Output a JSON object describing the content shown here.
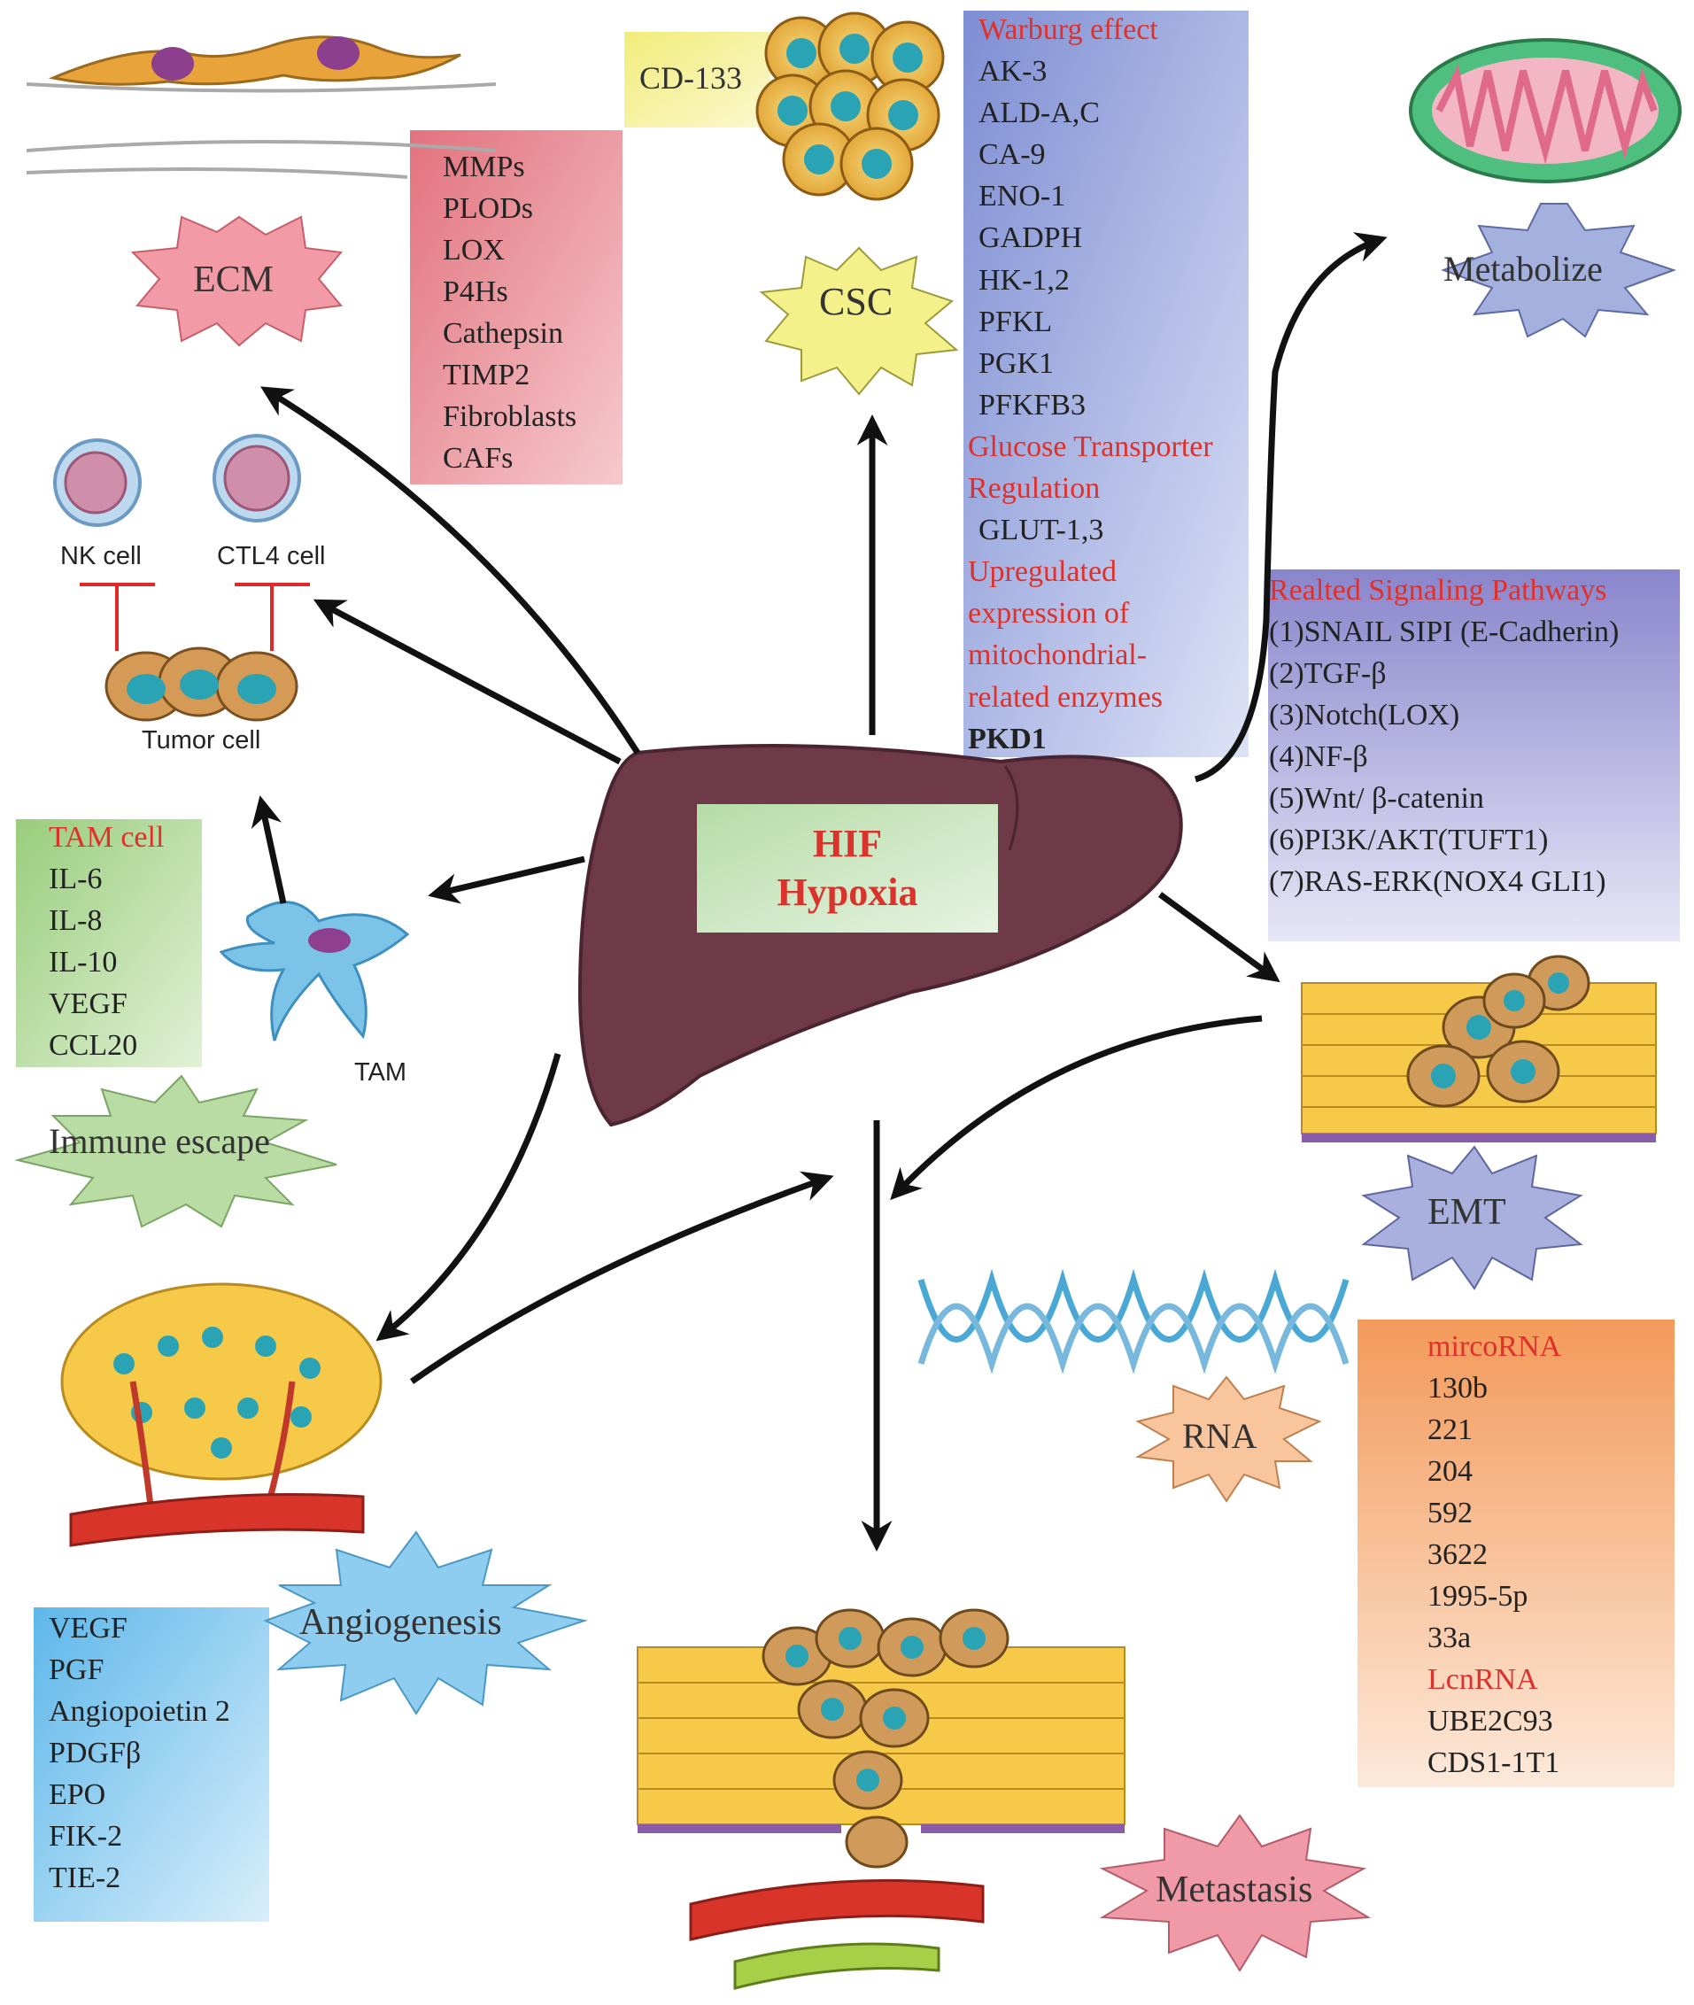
{
  "hub": {
    "line1": "HIF",
    "line2": "Hypoxia"
  },
  "ecm": {
    "label": "ECM",
    "items": [
      "MMPs",
      "PLODs",
      "LOX",
      "P4Hs",
      "Cathepsin",
      "TIMP2",
      "Fibroblasts",
      "CAFs"
    ]
  },
  "csc": {
    "label": "CSC",
    "marker": "CD-133"
  },
  "metabolism": {
    "warburg_header": "Warburg effect",
    "warburg_items": [
      "AK-3",
      "ALD-A,C",
      "CA-9",
      "ENO-1",
      "GADPH",
      "HK-1,2",
      "PFKL",
      "PGK1",
      "PFKFB3"
    ],
    "glut_header_line1": "Glucose Transporter",
    "glut_header_line2": "Regulation",
    "glut_item": "GLUT-1,3",
    "mito_header": [
      "Upregulated",
      "expression of",
      "mitochondrial-",
      "related enzymes"
    ],
    "mito_item": "PKD1"
  },
  "metabolize": {
    "label": "Metabolize"
  },
  "immune": {
    "nk_label": "NK cell",
    "ctl_label": "CTL4 cell",
    "tumor_label": "Tumor cell",
    "tam_label": "TAM",
    "tam_header": "TAM cell",
    "tam_items": [
      "IL-6",
      "IL-8",
      "IL-10",
      "VEGF",
      "CCL20"
    ],
    "escape_label": "Immune escape"
  },
  "signaling": {
    "header": "Realted  Signaling Pathways",
    "items": [
      "(1)SNAIL SIPI (E-Cadherin)",
      "(2)TGF-β",
      "(3)Notch(LOX)",
      "(4)NF-β",
      "(5)Wnt/ β-catenin",
      "(6)PI3K/AKT(TUFT1)",
      "(7)RAS-ERK(NOX4 GLI1)"
    ]
  },
  "emt": {
    "label": "EMT"
  },
  "rna": {
    "label": "RNA",
    "mirna_header": "mircoRNA",
    "mirna_items": [
      "130b",
      "221",
      "204",
      "592",
      "3622",
      "1995-5p",
      "33a"
    ],
    "lncrna_header": "LcnRNA",
    "lncrna_items": [
      "UBE2C93",
      "CDS1-1T1"
    ]
  },
  "angiogenesis": {
    "label": "Angiogenesis",
    "items": [
      "VEGF",
      "PGF",
      "Angiopoietin 2",
      "PDGFβ",
      "EPO",
      "FIK-2",
      "TIE-2"
    ]
  },
  "metastasis": {
    "label": "Metastasis"
  },
  "colors": {
    "liver": "#6e3a48",
    "ecm_box": "#e98b93",
    "cd133_box": "#f4f09a",
    "warburg_box": "#8d9bd8",
    "signaling_box": "#9d9ad6",
    "tam_box": "#a9d58f",
    "mirna_box": "#f5a86c",
    "angio_box": "#7ac4ec",
    "accent_red": "#e0302a"
  }
}
